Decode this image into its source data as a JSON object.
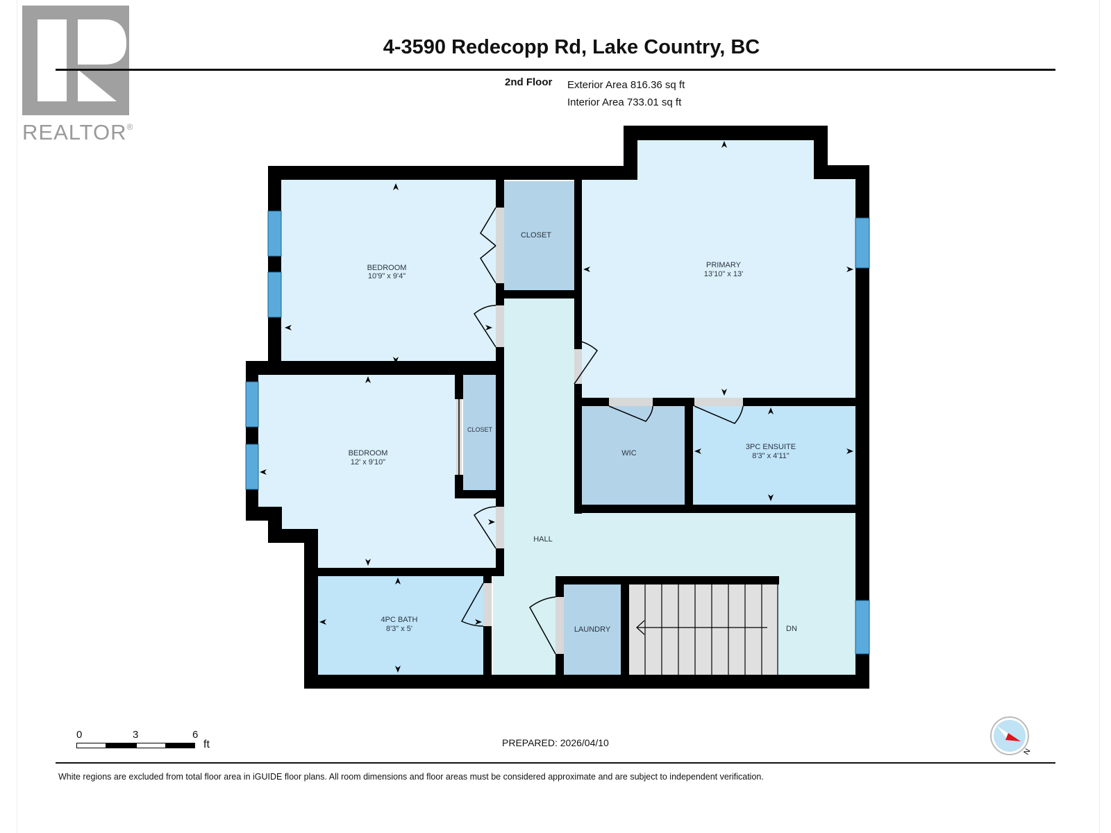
{
  "branding": {
    "logo_letter": "R",
    "logo_text": "REALTOR",
    "logo_mark": "®"
  },
  "header": {
    "title": "4-3590 Redecopp Rd, Lake Country, BC",
    "floor_label": "2nd Floor",
    "exterior_area": "Exterior Area 816.36 sq ft",
    "interior_area": "Interior Area 733.01 sq ft"
  },
  "rooms": {
    "bedroom1": {
      "name": "BEDROOM",
      "dims": "10'9\" x 9'4\""
    },
    "closet1": {
      "name": "CLOSET"
    },
    "primary": {
      "name": "PRIMARY",
      "dims": "13'10\" x 13'"
    },
    "bedroom2": {
      "name": "BEDROOM",
      "dims": "12' x 9'10\""
    },
    "closet2": {
      "name": "CLOSET"
    },
    "wic": {
      "name": "WIC"
    },
    "ensuite": {
      "name": "3PC ENSUITE",
      "dims": "8'3\" x 4'11\""
    },
    "hall": {
      "name": "HALL"
    },
    "bath": {
      "name": "4PC BATH",
      "dims": "8'3\" x 5'"
    },
    "laundry": {
      "name": "LAUNDRY"
    },
    "stairs": {
      "name": "DN"
    }
  },
  "colors": {
    "wall": "#000000",
    "bedroom_fill": "#dcf1fb",
    "closet_fill": "#b3d3e8",
    "bath_fill": "#c0e4f8",
    "hall_fill": "#d6f0f3",
    "stairs_fill": "#e0e0e0",
    "door_gap": "#d8d8d8",
    "window": "#5aabdc",
    "compass_red": "#e0141e",
    "compass_fill": "#bfe2f4"
  },
  "scale_bar": {
    "ticks": [
      "0",
      "3",
      "6"
    ],
    "unit": "ft"
  },
  "footer": {
    "prepared": "PREPARED: 2026/04/10",
    "disclaimer": "White regions are excluded from total floor area in iGUIDE floor plans. All room dimensions and floor areas must be considered approximate and are subject to independent verification.",
    "compass_label": "N"
  }
}
